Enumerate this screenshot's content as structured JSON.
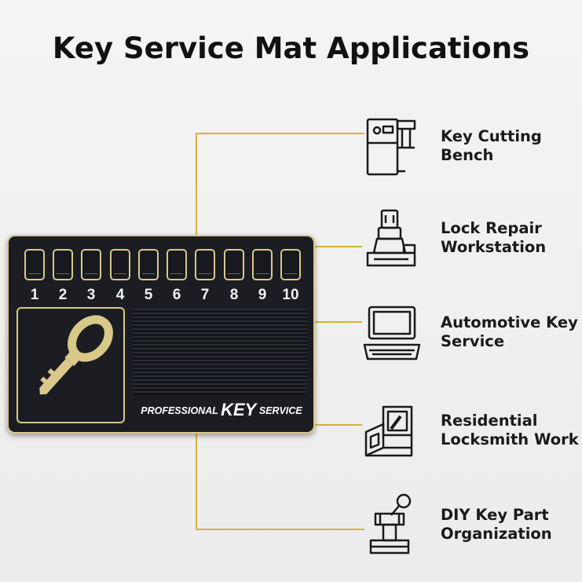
{
  "title": "Key Service Mat Applications",
  "mat": {
    "slots": [
      "1",
      "2",
      "3",
      "4",
      "5",
      "6",
      "7",
      "8",
      "9",
      "10"
    ],
    "brand_left": "PROFESSIONAL",
    "brand_key": "KEY",
    "brand_right": "SERVICE"
  },
  "applications": [
    {
      "line1": "Key Cutting",
      "line2": "Bench",
      "icon": "key-cutting-bench-icon"
    },
    {
      "line1": "Lock Repair",
      "line2": "Workstation",
      "icon": "lock-repair-icon"
    },
    {
      "line1": "Automotive Key",
      "line2": "Service",
      "icon": "laptop-icon"
    },
    {
      "line1": "Residential",
      "line2": "Locksmith Work",
      "icon": "residential-lock-icon"
    },
    {
      "line1": "DIY Key Part",
      "line2": "Organization",
      "icon": "joystick-icon"
    }
  ],
  "colors": {
    "accent": "#d8c98a",
    "connector": "#d6b23a",
    "mat": "#1b1d23"
  }
}
